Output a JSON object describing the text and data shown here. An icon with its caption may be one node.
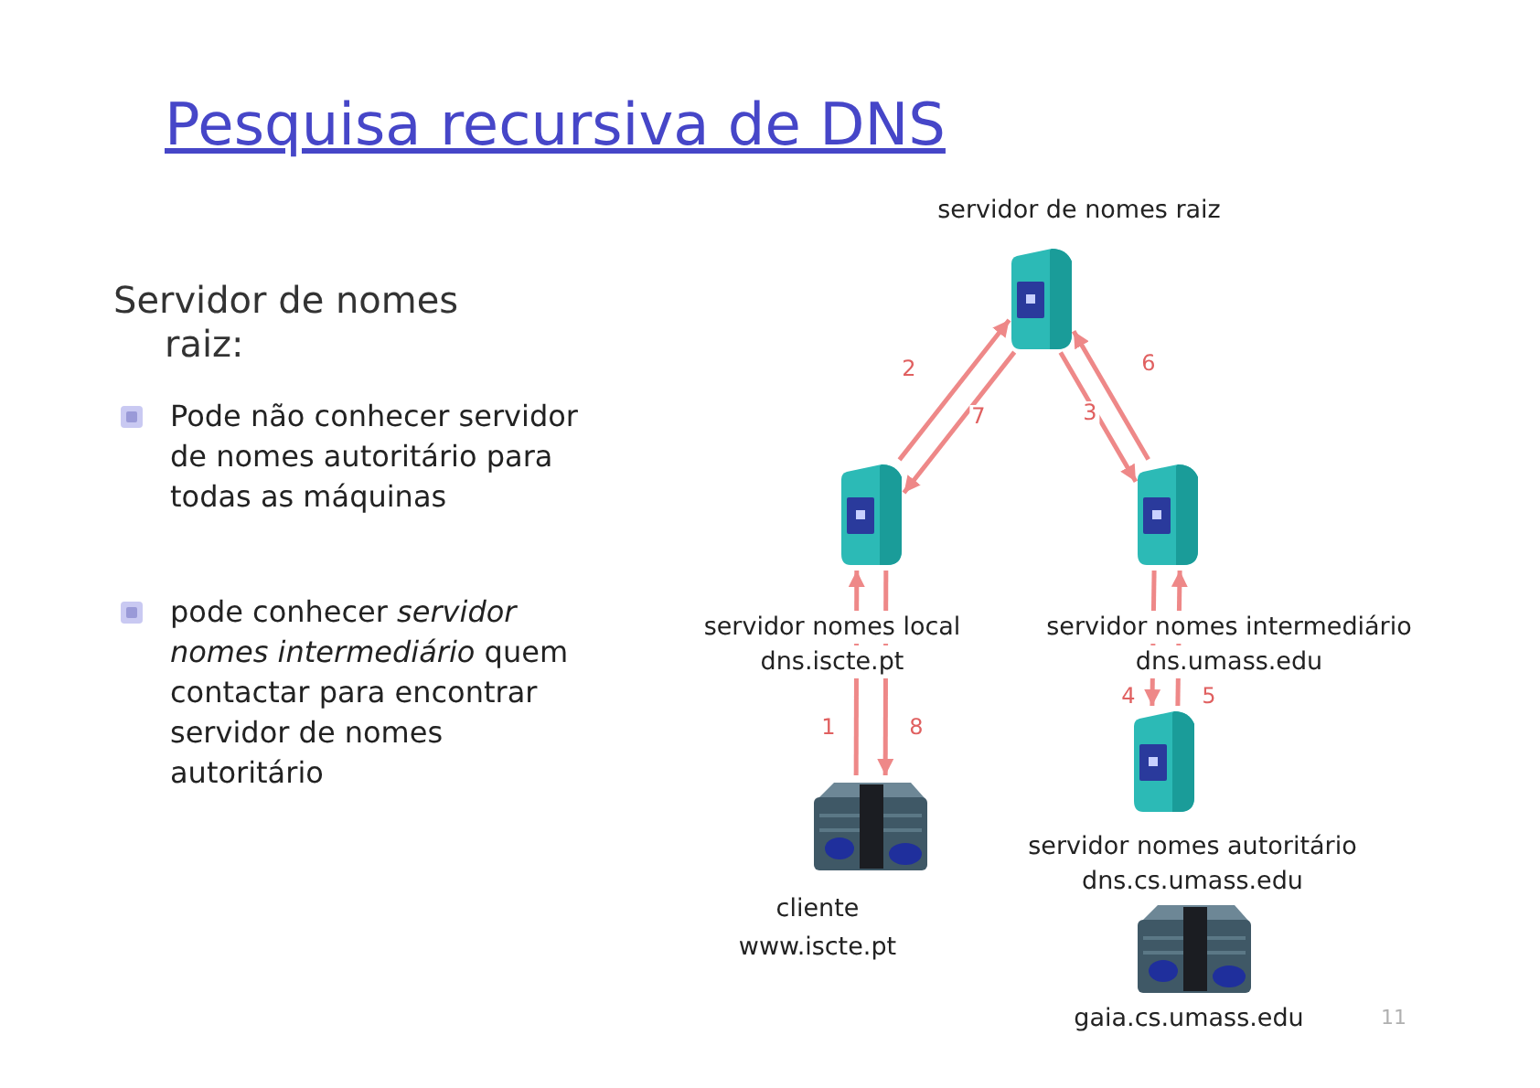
{
  "diagram": {
    "title": "Pesquisa recursiva de DNS",
    "nodes": [
      {
        "text": [],
        "shape": "picture",
        "beside": [
          "servidor de nomes raiz"
        ]
      },
      {
        "text": [],
        "shape": "picture",
        "beside": [
          "servidor nomes local",
          "dns.iscte.pt"
        ]
      },
      {
        "text": [],
        "shape": "picture",
        "beside": [
          "servidor nomes intermediário",
          "dns.umass.edu"
        ]
      },
      {
        "text": [],
        "shape": "picture",
        "beside": [
          "servidor nomes autoritário",
          "dns.cs.umass.edu"
        ]
      },
      {
        "text": [],
        "shape": "picture",
        "beside": [
          "cliente",
          "www.iscte.pt"
        ]
      },
      {
        "text": [],
        "shape": "picture",
        "beside": [
          "gaia.cs.umass.edu"
        ]
      }
    ],
    "edges": [
      {
        "from": 4,
        "to": 1,
        "arrow": "to",
        "label": "1"
      },
      {
        "from": 1,
        "to": 0,
        "arrow": "to",
        "label": "2"
      },
      {
        "from": 0,
        "to": 2,
        "arrow": "to",
        "label": "3"
      },
      {
        "from": 2,
        "to": 3,
        "arrow": "to",
        "label": "4"
      },
      {
        "from": 3,
        "to": 2,
        "arrow": "to",
        "label": "5"
      },
      {
        "from": 2,
        "to": 0,
        "arrow": "to",
        "label": "6"
      },
      {
        "from": 0,
        "to": 1,
        "arrow": "to",
        "label": "7"
      },
      {
        "from": 1,
        "to": 4,
        "arrow": "to",
        "label": "8"
      }
    ],
    "labels": [
      "Servidor de nomes raiz:",
      "Pode não conhecer servidor de nomes autoritário para todas as máquinas",
      "pode conhecer *servidor nomes intermediário* quem contactar para encontrar servidor de nomes autoritário",
      "11"
    ]
  }
}
